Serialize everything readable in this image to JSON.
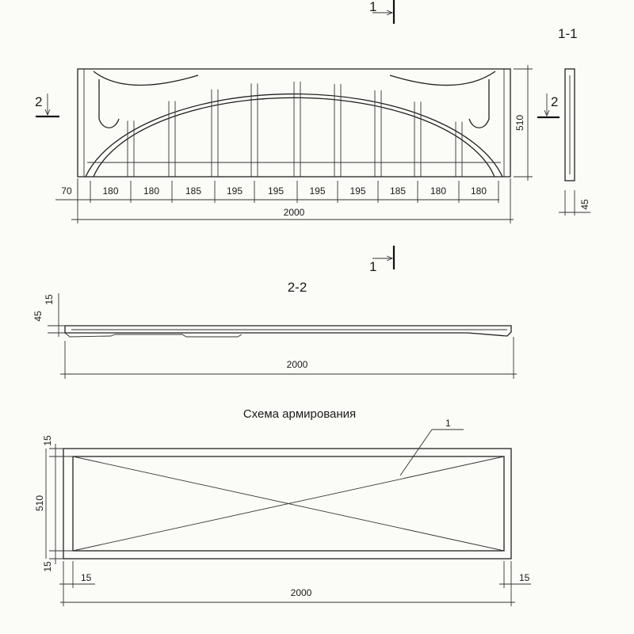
{
  "section_markers": {
    "cut1_top": "1",
    "cut1_bottom": "1",
    "cut2_left": "2",
    "cut2_right": "2"
  },
  "elevation": {
    "segment_dims": [
      "70",
      "180",
      "180",
      "185",
      "195",
      "195",
      "195",
      "195",
      "185",
      "180",
      "180"
    ],
    "total_width": "2000",
    "height": "510"
  },
  "section_1_1": {
    "title": "1-1",
    "thickness": "45"
  },
  "section_2_2": {
    "title": "2-2",
    "dim_top": "15",
    "dim_thickness": "45",
    "total_width": "2000"
  },
  "reinforcement": {
    "title": "Схема армирования",
    "callout": "1",
    "height": "510",
    "cover_top": "15",
    "cover_bottom": "15",
    "cover_left": "15",
    "cover_right": "15",
    "total_width": "2000"
  }
}
